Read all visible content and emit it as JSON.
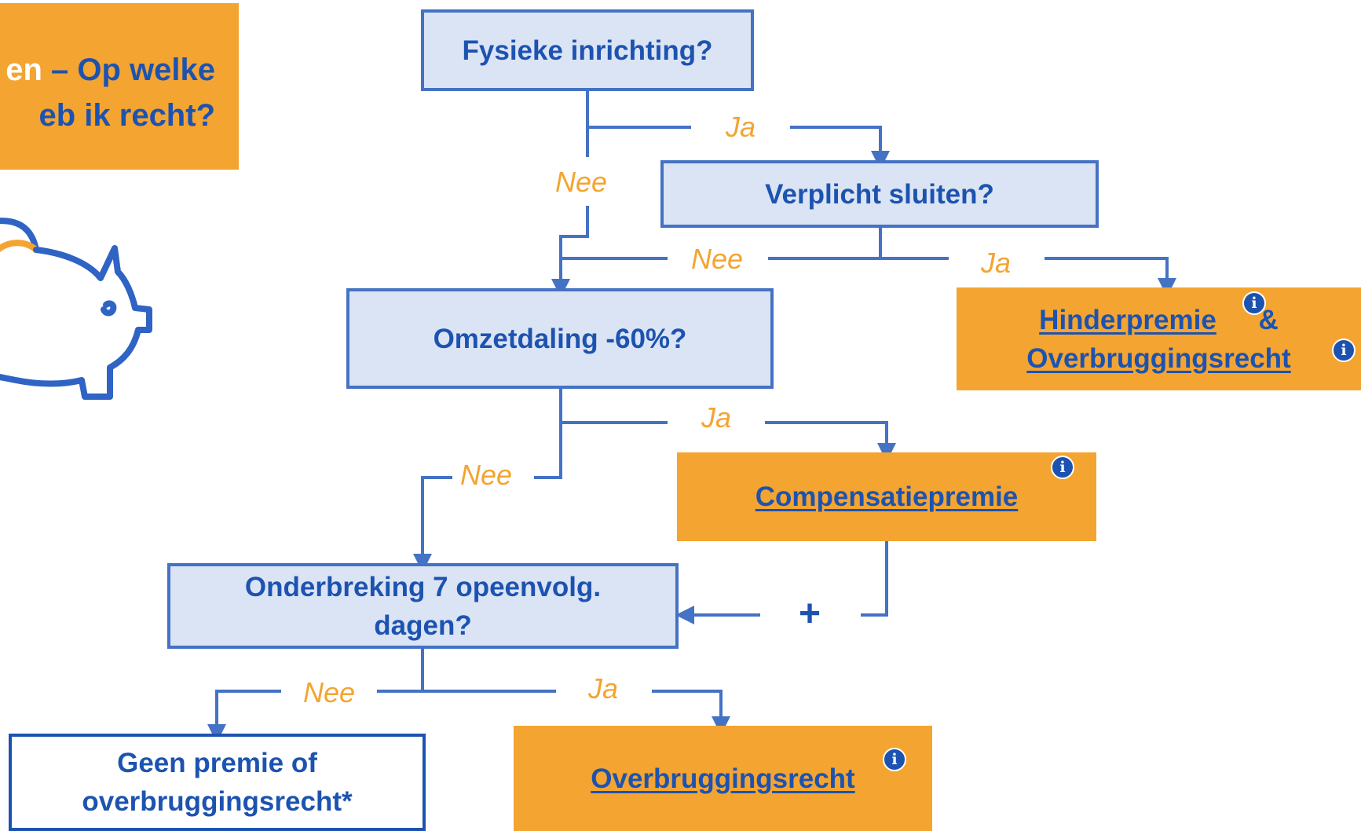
{
  "title": {
    "line1_accent": "en",
    "line1_rest": " – Op welke",
    "line2": "eb ik recht?"
  },
  "nodes": {
    "fysieke": "Fysieke inrichting?",
    "verplicht": "Verplicht sluiten?",
    "omzetdaling": "Omzetdaling -60%?",
    "onderbreking_line1": "Onderbreking 7 opeenvolg.",
    "onderbreking_line2": "dagen?",
    "hinderpremie": "Hinderpremie",
    "ampersand": "&",
    "overbrugging_1": "Overbruggingsrecht",
    "compensatie": "Compensatiepremie",
    "overbrugging_2": "Overbruggingsrecht",
    "geen_line1": "Geen premie of",
    "geen_line2": "overbruggingsrecht*"
  },
  "labels": {
    "ja": "Ja",
    "nee": "Nee",
    "plus": "+"
  },
  "icons": {
    "info": "i",
    "piggy_bank": "piggy-bank-icon",
    "info_icon": "info-icon"
  },
  "colors": {
    "orange": "#f4a431",
    "blue": "#1d53b0",
    "line_blue": "#4472c4",
    "light_blue_fill": "#dbe4f4"
  }
}
